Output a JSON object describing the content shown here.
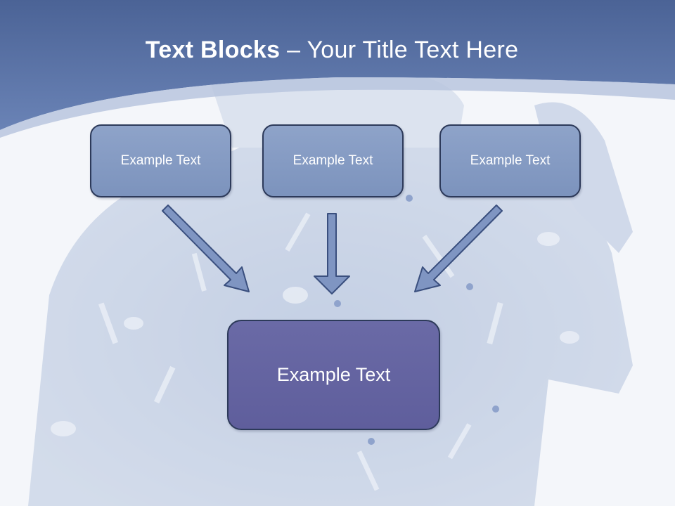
{
  "slide": {
    "title_bold": "Text Blocks",
    "title_separator": " – ",
    "title_rest": "Your Title Text Here"
  },
  "blocks": {
    "top": [
      "Example Text",
      "Example Text",
      "Example Text"
    ],
    "main": "Example Text"
  },
  "colors": {
    "header_band": "#5670a6",
    "top_box_fill": "#8499c4",
    "main_box_fill": "#65649f",
    "box_border": "#2d3a5a",
    "arrow_fill": "#7f95c2"
  }
}
